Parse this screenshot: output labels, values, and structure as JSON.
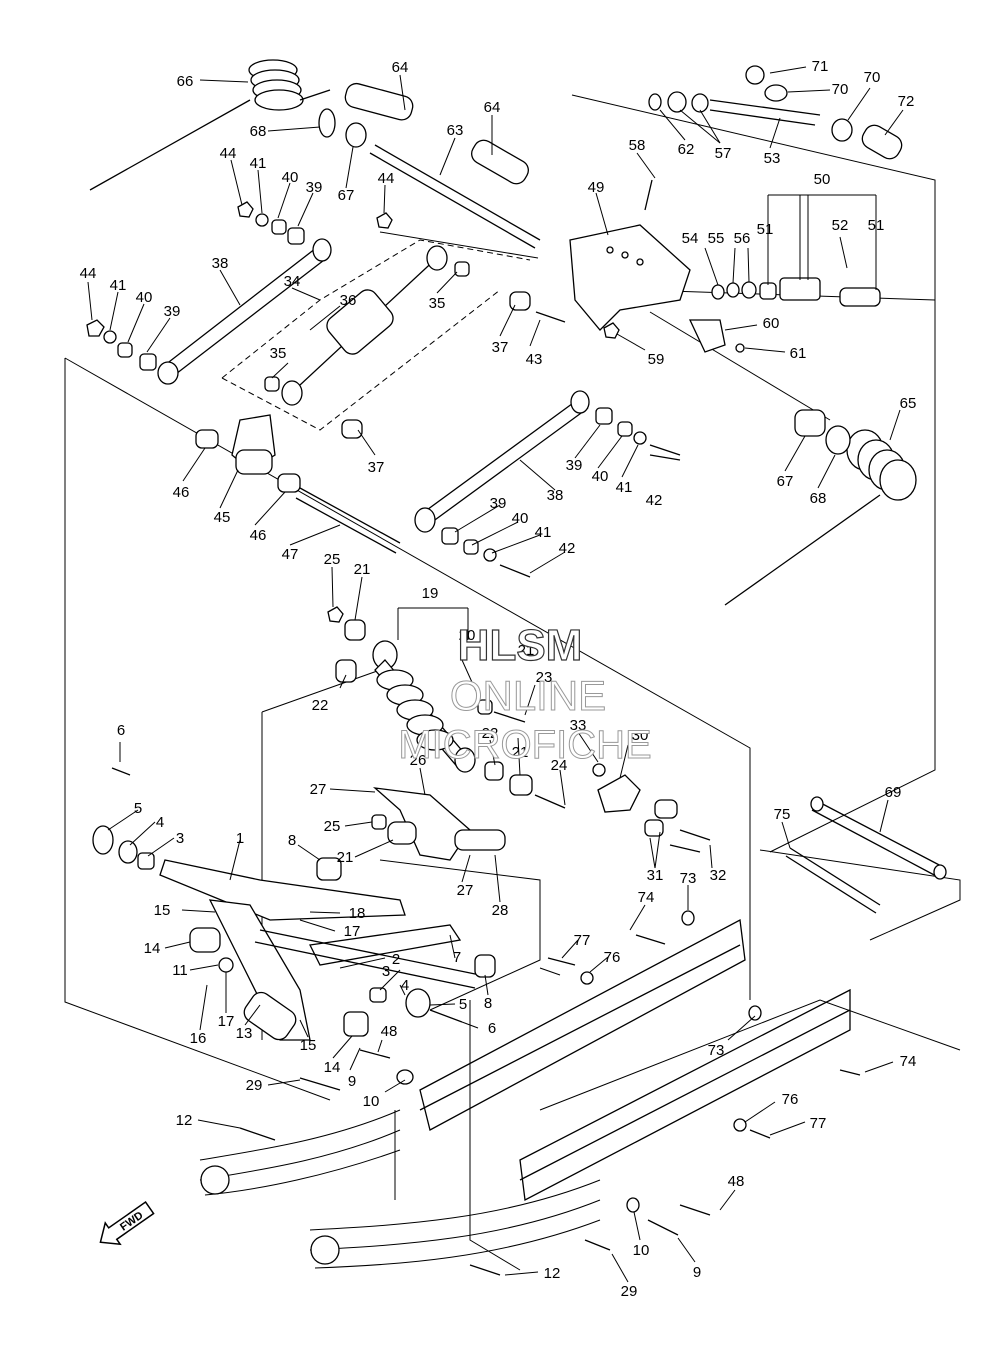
{
  "watermark": {
    "line1": "HLSM",
    "line2": "ONLINE",
    "line3": "MICROFICHE"
  },
  "fwd_label": "FWD",
  "callouts": [
    {
      "n": "66"
    },
    {
      "n": "64"
    },
    {
      "n": "68"
    },
    {
      "n": "64"
    },
    {
      "n": "63"
    },
    {
      "n": "67"
    },
    {
      "n": "44"
    },
    {
      "n": "41"
    },
    {
      "n": "40"
    },
    {
      "n": "39"
    },
    {
      "n": "44"
    },
    {
      "n": "58"
    },
    {
      "n": "49"
    },
    {
      "n": "38"
    },
    {
      "n": "34"
    },
    {
      "n": "36"
    },
    {
      "n": "44"
    },
    {
      "n": "41"
    },
    {
      "n": "40"
    },
    {
      "n": "39"
    },
    {
      "n": "35"
    },
    {
      "n": "35"
    },
    {
      "n": "37"
    },
    {
      "n": "43"
    },
    {
      "n": "59"
    },
    {
      "n": "37"
    },
    {
      "n": "71"
    },
    {
      "n": "70"
    },
    {
      "n": "70"
    },
    {
      "n": "72"
    },
    {
      "n": "62"
    },
    {
      "n": "57"
    },
    {
      "n": "53"
    },
    {
      "n": "50"
    },
    {
      "n": "51"
    },
    {
      "n": "52"
    },
    {
      "n": "51"
    },
    {
      "n": "54"
    },
    {
      "n": "55"
    },
    {
      "n": "56"
    },
    {
      "n": "60"
    },
    {
      "n": "61"
    },
    {
      "n": "65"
    },
    {
      "n": "67"
    },
    {
      "n": "68"
    },
    {
      "n": "39"
    },
    {
      "n": "40"
    },
    {
      "n": "41"
    },
    {
      "n": "42"
    },
    {
      "n": "38"
    },
    {
      "n": "46"
    },
    {
      "n": "45"
    },
    {
      "n": "46"
    },
    {
      "n": "47"
    },
    {
      "n": "39"
    },
    {
      "n": "40"
    },
    {
      "n": "41"
    },
    {
      "n": "42"
    },
    {
      "n": "25"
    },
    {
      "n": "21"
    },
    {
      "n": "19"
    },
    {
      "n": "20"
    },
    {
      "n": "21"
    },
    {
      "n": "23"
    },
    {
      "n": "22"
    },
    {
      "n": "33"
    },
    {
      "n": "30"
    },
    {
      "n": "22"
    },
    {
      "n": "21"
    },
    {
      "n": "24"
    },
    {
      "n": "26"
    },
    {
      "n": "6"
    },
    {
      "n": "27"
    },
    {
      "n": "5"
    },
    {
      "n": "4"
    },
    {
      "n": "3"
    },
    {
      "n": "25"
    },
    {
      "n": "21"
    },
    {
      "n": "1"
    },
    {
      "n": "8"
    },
    {
      "n": "27"
    },
    {
      "n": "28"
    },
    {
      "n": "31"
    },
    {
      "n": "32"
    },
    {
      "n": "69"
    },
    {
      "n": "75"
    },
    {
      "n": "73"
    },
    {
      "n": "74"
    },
    {
      "n": "15"
    },
    {
      "n": "18"
    },
    {
      "n": "17"
    },
    {
      "n": "14"
    },
    {
      "n": "11"
    },
    {
      "n": "2"
    },
    {
      "n": "7"
    },
    {
      "n": "8"
    },
    {
      "n": "77"
    },
    {
      "n": "76"
    },
    {
      "n": "17"
    },
    {
      "n": "16"
    },
    {
      "n": "3"
    },
    {
      "n": "4"
    },
    {
      "n": "5"
    },
    {
      "n": "6"
    },
    {
      "n": "13"
    },
    {
      "n": "15"
    },
    {
      "n": "14"
    },
    {
      "n": "48"
    },
    {
      "n": "9"
    },
    {
      "n": "29"
    },
    {
      "n": "10"
    },
    {
      "n": "73"
    },
    {
      "n": "74"
    },
    {
      "n": "76"
    },
    {
      "n": "77"
    },
    {
      "n": "12"
    },
    {
      "n": "48"
    },
    {
      "n": "10"
    },
    {
      "n": "9"
    },
    {
      "n": "12"
    },
    {
      "n": "29"
    }
  ]
}
